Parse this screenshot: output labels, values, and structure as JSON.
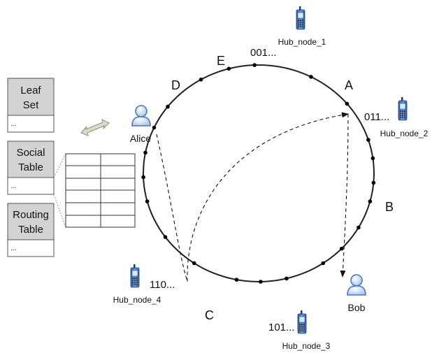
{
  "tables": {
    "leaf_set": {
      "title_line1": "Leaf",
      "title_line2": "Set",
      "cell": "..."
    },
    "social_table": {
      "title_line1": "Social",
      "title_line2": "Table",
      "cell": "..."
    },
    "routing_table": {
      "title_line1": "Routing",
      "title_line2": "Table",
      "cell": "..."
    }
  },
  "ring_labels": {
    "A": "A",
    "B": "B",
    "C": "C",
    "D": "D",
    "E": "E"
  },
  "id_labels": {
    "id_001": "001...",
    "id_011": "011...",
    "id_101": "101...",
    "id_110": "110..."
  },
  "hubs": {
    "hub1": "Hub_node_1",
    "hub2": "Hub_node_2",
    "hub3": "Hub_node_3",
    "hub4": "Hub_node_4"
  },
  "users": {
    "alice": "Alice",
    "bob": "Bob"
  },
  "colors": {
    "table_header": "#d3d3d3",
    "ring": "#222222",
    "phone_body": "#3a6fc4",
    "user_icon": "#6a94cc",
    "double_arrow": "#d9dcc8"
  }
}
